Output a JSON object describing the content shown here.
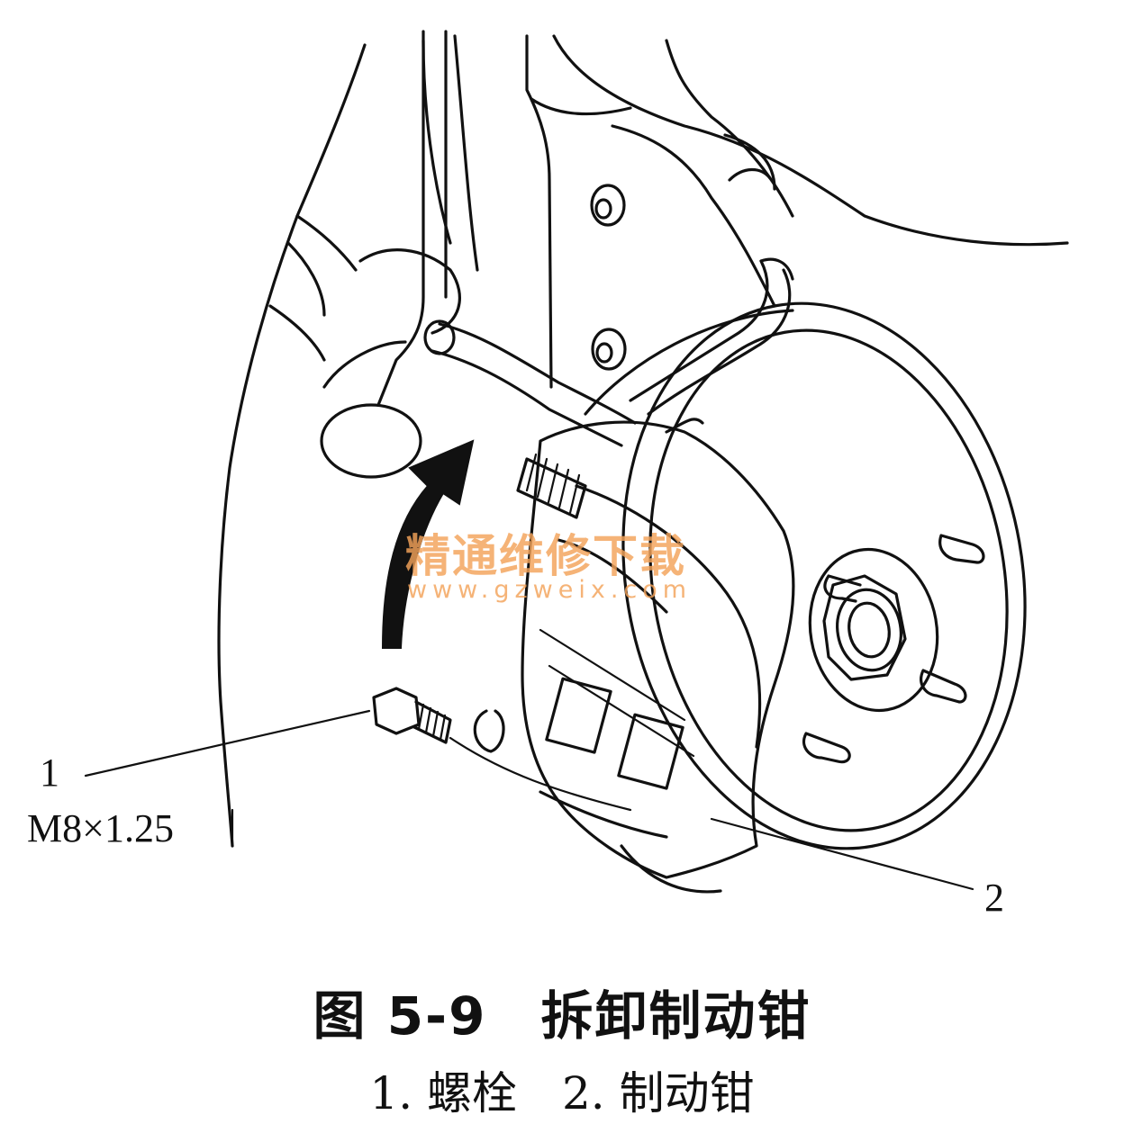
{
  "figure": {
    "callouts": [
      {
        "number": "1",
        "spec": "M8×1.25"
      },
      {
        "number": "2",
        "spec": ""
      }
    ],
    "watermark": {
      "text": "精通维修下载",
      "url": "www.gzweix.com"
    },
    "caption": {
      "title": "图 5-9　拆卸制动钳",
      "legend": "1. 螺栓　2. 制动钳"
    }
  }
}
